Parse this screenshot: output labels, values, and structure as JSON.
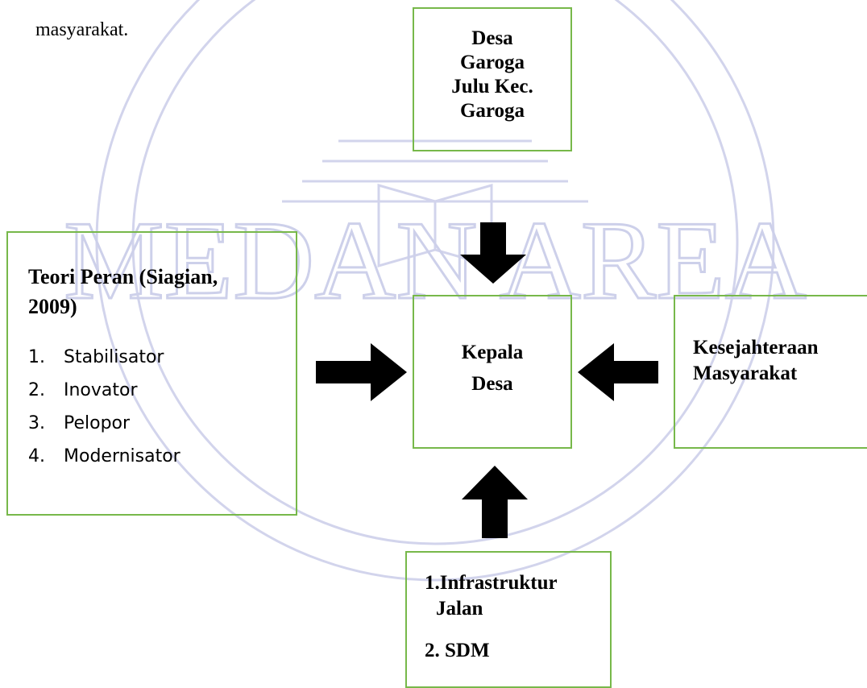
{
  "intro_text": "masyarakat.",
  "nodes": {
    "village": {
      "lines": [
        "Desa",
        "Garoga",
        "Julu Kec.",
        "Garoga"
      ]
    },
    "head": {
      "lines": [
        "Kepala",
        "Desa"
      ]
    },
    "theory": {
      "title_lines": [
        "Teori Peran (Siagian,",
        "2009)"
      ],
      "items": [
        {
          "num": "1.",
          "label": "Stabilisator"
        },
        {
          "num": "2.",
          "label": "Inovator"
        },
        {
          "num": "3.",
          "label": "Pelopor"
        },
        {
          "num": "4.",
          "label": "Modernisator"
        }
      ]
    },
    "welfare": {
      "lines": [
        "Kesejahteraan",
        "Masyarakat"
      ]
    },
    "factors": {
      "lines": [
        "1.Infrastruktur",
        "Jalan",
        "2. SDM"
      ]
    }
  },
  "watermark": {
    "text": "MEDAN AREA",
    "color": "#c9cbe6"
  },
  "colors": {
    "box_border": "#77b84a",
    "arrow": "#000000"
  }
}
